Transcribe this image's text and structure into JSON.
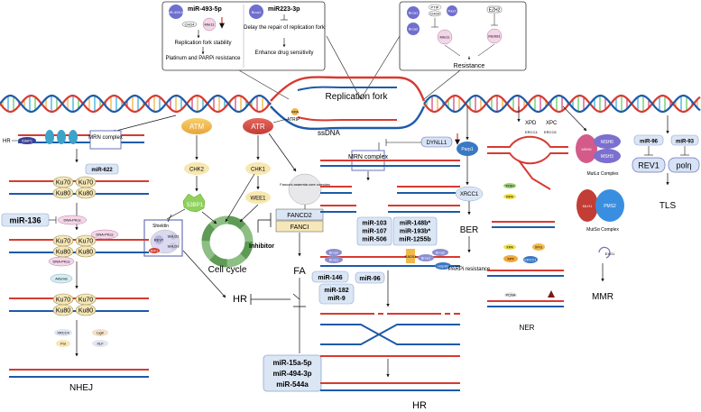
{
  "top_box_left": {
    "col1": {
      "circle": "miR-493-5p",
      "title": "miR-493-5p",
      "small_label": "CHD4",
      "circle2": "Mre11",
      "result1": "Replication fork stability",
      "result2": "Platinum and PARPi resistance"
    },
    "col2": {
      "circle": "Brca1",
      "title": "miR223-3p",
      "result1": "Delay the repair of replication fork",
      "result2": "Enhance drug sensitivity"
    }
  },
  "top_box_right": {
    "circles": [
      "Brca1",
      "Brca2",
      "PTIP",
      "CHD4",
      "Pax2",
      "EZH2",
      "Mre11",
      "MUS81"
    ],
    "label": "Resistance"
  },
  "fork": {
    "title": "Replication fork",
    "ssdna": "ssDNA",
    "rpa": "RPA",
    "atrip": "ATRIP"
  },
  "kinases": {
    "atm": "ATM",
    "atr": "ATR",
    "chk2": "CHK2",
    "chk1": "CHK1",
    "wee1": "WEE1",
    "bp1": "53BP1",
    "fanconi": "Fanconi anaemia core complex"
  },
  "nhej": {
    "hr_label": "HR",
    "bp1": "53BP1",
    "mrn": "MRN complex",
    "mir622": "miR-622",
    "mir136": "miR-136",
    "ku70": "Ku70",
    "ku80": "Ku80",
    "dnapkcs": "DNA-PKcs",
    "artemis": "Artemis",
    "xrcc4": "XRCC4",
    "pol": "Pol",
    "lig4": "Lig4",
    "xlf": "XLF",
    "title": "NHEJ"
  },
  "middle": {
    "shieldin": "Shieldin",
    "rev7": "REV7",
    "shld2": "SHLD2",
    "shld3": "SHLD3",
    "rif1": "RIF1",
    "cell_cycle": "Cell cycle",
    "fancd2": "FANCD2",
    "fanci": "FANCI",
    "inhibitor": "Inhibitor",
    "fa": "FA",
    "hr": "HR",
    "mirs": [
      "miR-15a-5p",
      "miR-494-3p",
      "miR-544a"
    ]
  },
  "hr_panel": {
    "dynll1": "DYNLL1",
    "mrn": "MRN complex",
    "mirs_a": [
      "miR-103",
      "miR-107",
      "miR-506"
    ],
    "mirs_b": [
      "miR-148b*",
      "miR-193b*",
      "miR-1255b"
    ],
    "mir146": "miR-146",
    "mir96": "miR-96",
    "mirs_c": [
      "miR-182",
      "miR-9"
    ],
    "brca1": "Brca1",
    "brca2": "Brca2",
    "rad51": "RAD51",
    "hsp90": "Hsp90",
    "rpa": "RPA",
    "title": "HR"
  },
  "ber": {
    "parp1": "Parp1",
    "xrcc1": "XRCC1",
    "title": "BER",
    "parpi": "PARPi resistance"
  },
  "ner": {
    "xpd": "XPD",
    "xpc": "XPC",
    "ercc": "ERCC4",
    "ercc_l": "ERCC6",
    "tfiih": "TFIIH",
    "rpa": "RPA",
    "xpg": "XPG",
    "xpf": "XPF",
    "ercc1": "ERCC1",
    "xpa": "XPA",
    "pcna": "PCNA",
    "title": "NER"
  },
  "mmr": {
    "msh6": "MSH6",
    "msh2a": "MSH2",
    "msh3": "MSH3",
    "mutl": "MutLα Complex",
    "mlh1": "MLH1",
    "pms2": "PMS2",
    "muts": "MutSα Complex",
    "exo1": "EXO1",
    "title": "MMR"
  },
  "tls": {
    "mir96": "miR-96",
    "mir93": "miR-93",
    "rev1": "REV1",
    "pol": "polη",
    "title": "TLS"
  },
  "colors": {
    "atm": "#f2b84b",
    "atr": "#d9534f",
    "mir_box": "#dbe6f5",
    "mir_border": "#8ea6cf",
    "dna_red": "#d73a31",
    "dna_blue": "#1e5aa8",
    "ku": "#f5e7b8"
  }
}
